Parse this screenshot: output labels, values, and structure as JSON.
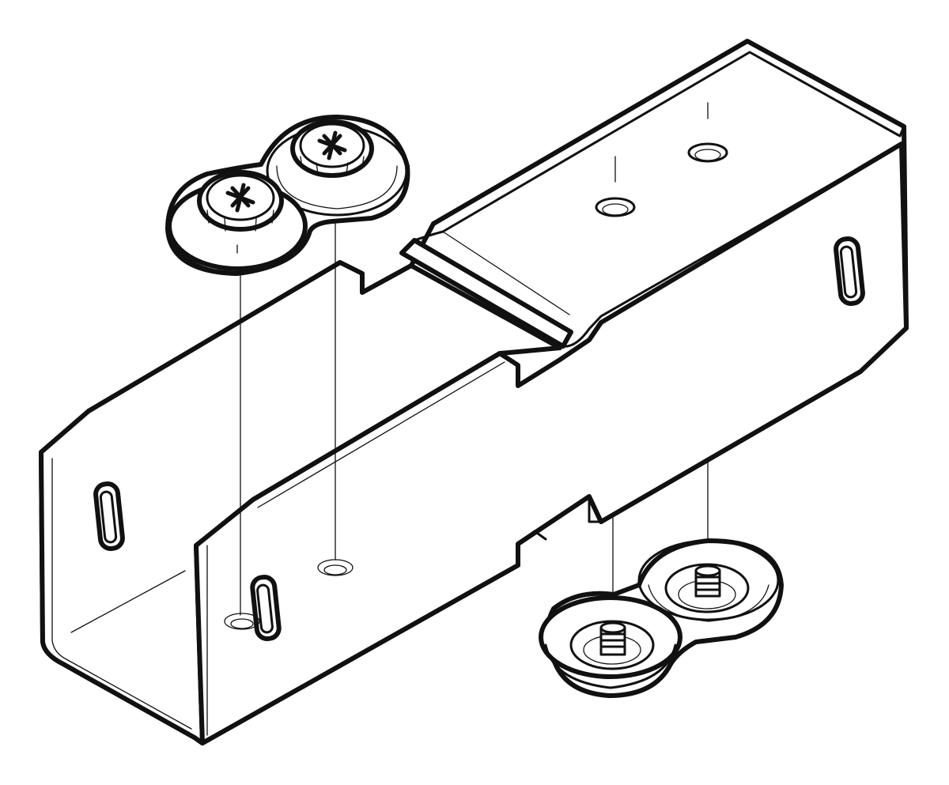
{
  "figure": {
    "type": "exploded-assembly-line-drawing",
    "subject": "bracket-channel",
    "colors": {
      "line": "#111111",
      "background": "#ffffff"
    },
    "parts": {
      "channel": {
        "slots": 4,
        "holes": 4,
        "notches": 3
      },
      "upper_screws": {
        "count": 2,
        "head": "phillips-cross-recess"
      },
      "lower_nuts": {
        "count": 2,
        "stud": "threaded"
      }
    },
    "guide_lines": 6
  }
}
